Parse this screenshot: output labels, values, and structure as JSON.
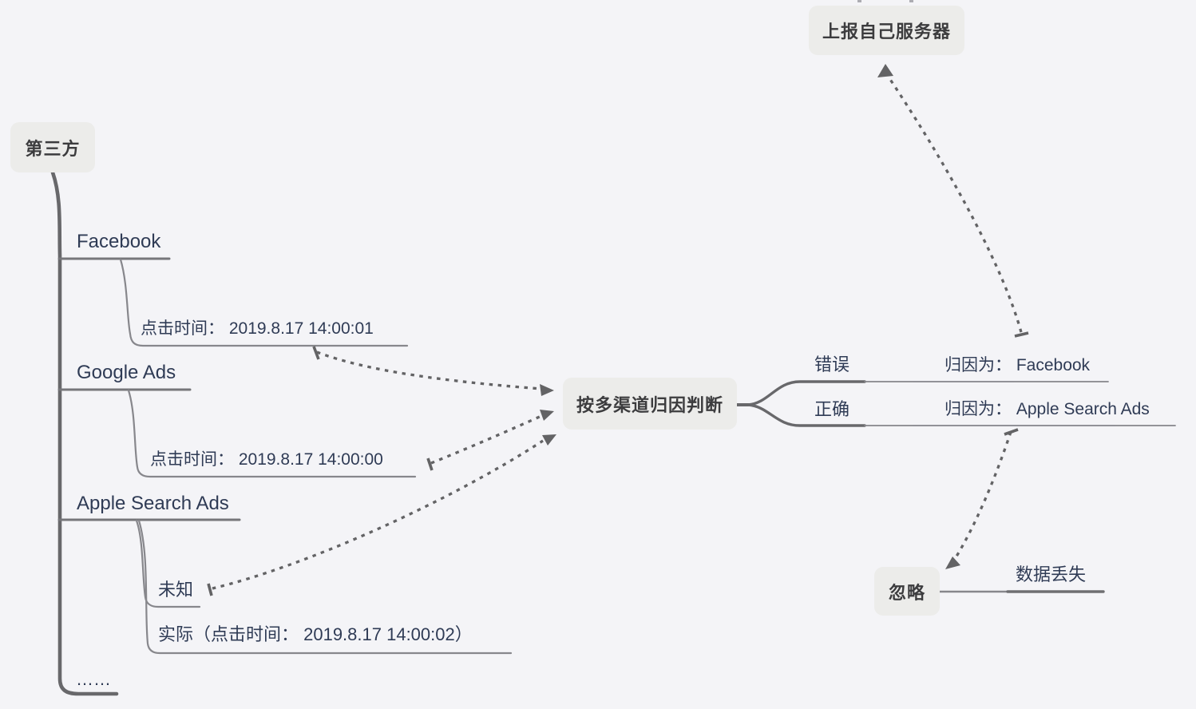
{
  "colors": {
    "background": "#F4F4F7",
    "node_fill": "#ECECEA",
    "node_text": "#3C3C3E",
    "topic_text": "#2F3B55",
    "branch_line": "#76767A",
    "sub_branch_line": "#87878C",
    "trunk_line": "#68686B",
    "dashed_arrow": "#636365"
  },
  "mindmap": {
    "third_party": {
      "label": "第三方"
    },
    "channels": {
      "facebook": {
        "label": "Facebook",
        "click_time": "点击时间： 2019.8.17 14:00:01"
      },
      "google_ads": {
        "label": "Google Ads",
        "click_time": "点击时间： 2019.8.17 14:00:00"
      },
      "apple_search_ads": {
        "label": "Apple Search Ads",
        "unknown": "未知",
        "actual": "实际（点击时间： 2019.8.17 14:00:02）"
      },
      "more": {
        "label": "……"
      }
    },
    "judgment": {
      "label": "按多渠道归因判断"
    },
    "outcomes": {
      "wrong": {
        "label": "错误",
        "attribution": "归因为： Facebook"
      },
      "correct": {
        "label": "正确",
        "attribution": "归因为： Apple Search Ads"
      }
    },
    "report_server": {
      "label": "上报自己服务器"
    },
    "ignore": {
      "label": "忽略",
      "data_loss": "数据丢失"
    }
  }
}
